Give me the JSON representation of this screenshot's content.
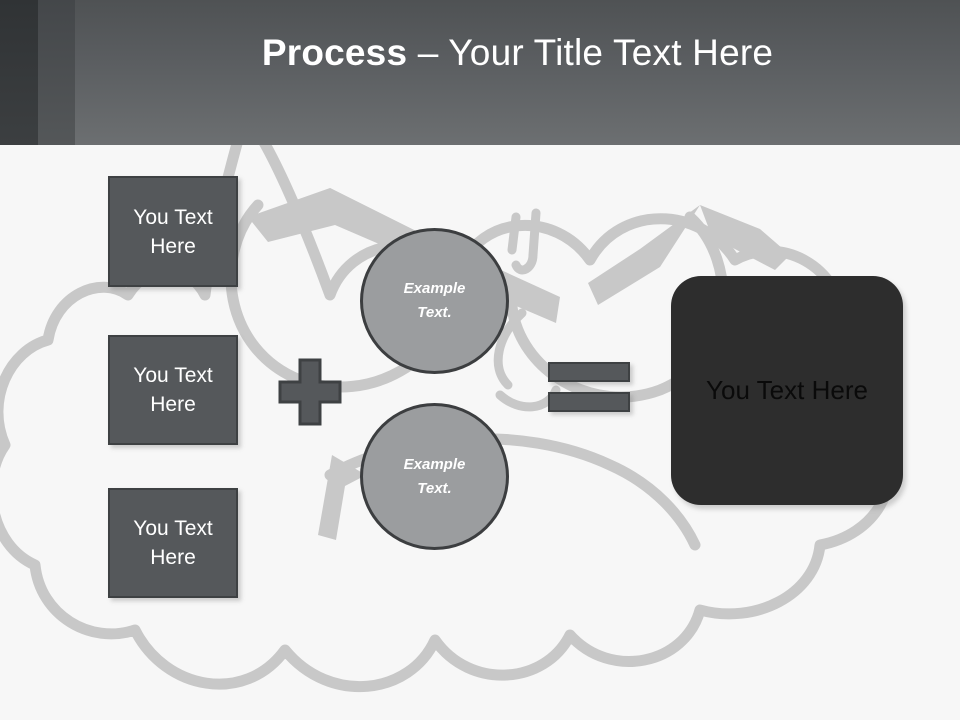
{
  "slide": {
    "title_bold": "Process",
    "title_regular": " – Your Title Text Here",
    "background_color": "#f7f7f7",
    "accent_color": "#55585b",
    "cloud_color": "#c8c8c8"
  },
  "steps": [
    {
      "label": "You Text\nHere"
    },
    {
      "label": "You Text\nHere"
    },
    {
      "label": "You Text\nHere"
    }
  ],
  "operands": [
    {
      "label": "Example\nText."
    },
    {
      "label": "Example\nText."
    }
  ],
  "operators": {
    "plus": "+",
    "equals": "="
  },
  "result": {
    "label": "You Text Here"
  }
}
